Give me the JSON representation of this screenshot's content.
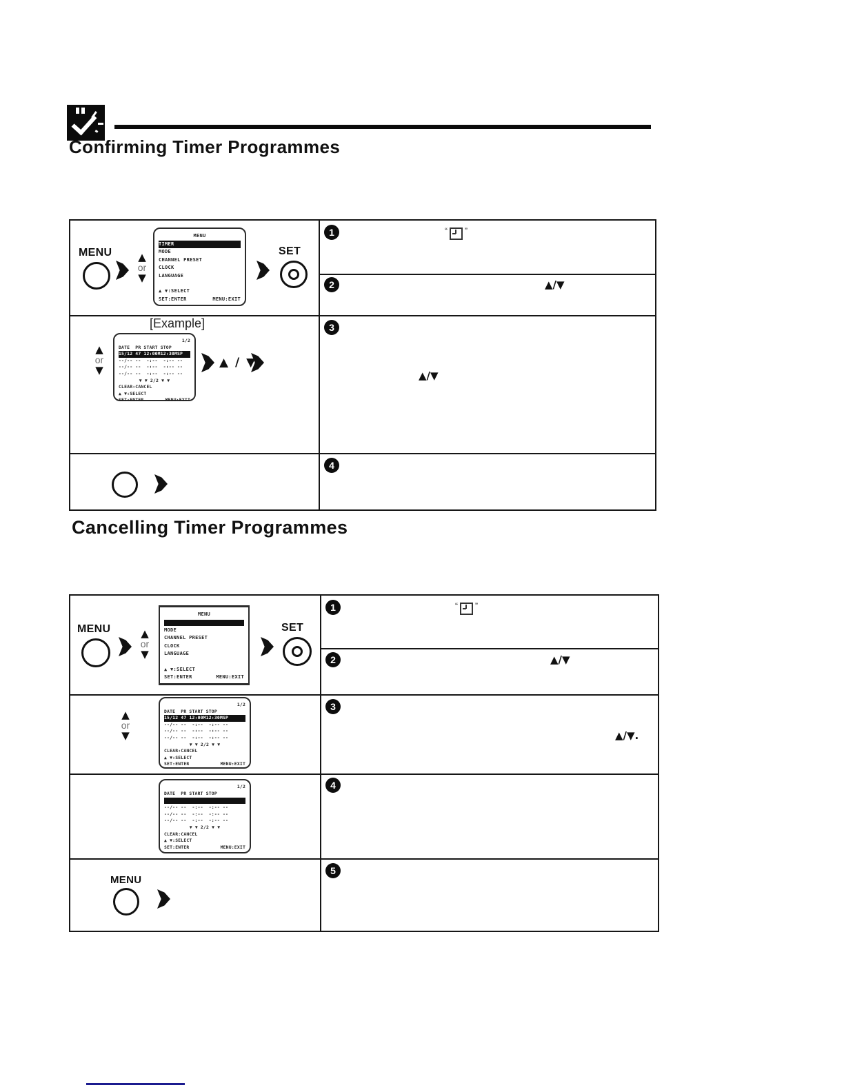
{
  "header": {
    "title": "Confirming Timer Programmes"
  },
  "section_cancel": {
    "title": "Cancelling Timer Programmes"
  },
  "labels": {
    "menu_button": "MENU",
    "set_button": "SET",
    "or": "or",
    "example": "[Example]",
    "up_down_spaced": "▲ / ▼",
    "up_down": "▲/▼",
    "up_down_period": "▲/▼.",
    "quote_open": "“",
    "quote_close": "”",
    "tri_up": "▲",
    "tri_down": "▼"
  },
  "menu_screen": {
    "title": "MENU",
    "selected_item": "TIMER",
    "items_below": [
      "MODE",
      "CHANNEL PRESET",
      "CLOCK",
      "LANGUAGE"
    ],
    "select_hint": "▲ ▼:SELECT",
    "enter_hint": "SET:ENTER",
    "exit_hint": "MENU:EXIT"
  },
  "timer_list_screen": {
    "page": "1/2",
    "columns": "DATE  PR START STOP",
    "programme_row": "15/12 47 12:00M12:30MSP",
    "empty_row": "--/-- --  -:--  -:-- --",
    "scroll_row": "▼ ▼ 2/2 ▼ ▼",
    "clear_hint": "CLEAR:CANCEL",
    "select_hint": "▲ ▼:SELECT",
    "enter_hint": "SET:ENTER",
    "exit_hint": "MENU:EXIT"
  },
  "confirm_steps": [
    {
      "num": "1"
    },
    {
      "num": "2"
    },
    {
      "num": "3"
    },
    {
      "num": "4"
    }
  ],
  "cancel_steps": [
    {
      "num": "1"
    },
    {
      "num": "2"
    },
    {
      "num": "3"
    },
    {
      "num": "4"
    },
    {
      "num": "5"
    }
  ],
  "colors": {
    "footer_line": "#1b1b8f"
  }
}
